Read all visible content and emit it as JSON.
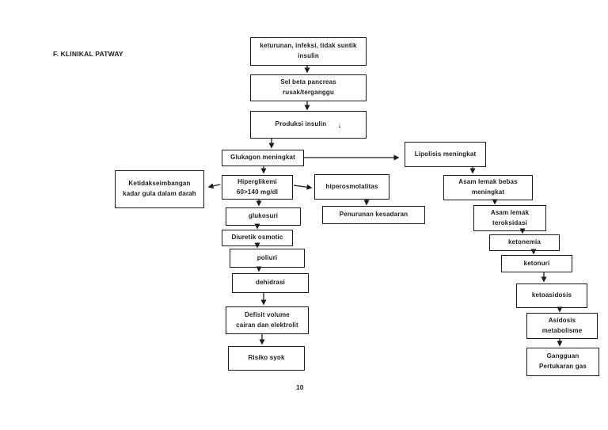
{
  "page": {
    "title": "F. KLINIKAL PATWAY",
    "page_number": "10"
  },
  "colors": {
    "ink": "#1c1c1c",
    "background": "#ffffff"
  },
  "flowchart": {
    "nodes": {
      "keturunan": "keturunan, infeksi, tidak suntik\ninsulin",
      "sel_beta": "Sel beta pancreas\nrusak/terganggu",
      "produksi": "Produksi insulin",
      "produksi_arrow": "↓",
      "glukagon": "Glukagon meningkat",
      "lipolisis": "Lipolisis meningkat",
      "ketidakseimbangan": "Ketidakseimbangan\nkadar gula dalam darah",
      "hiperglikemi": "Hiperglikemi\n60>140 mg/dl",
      "hiperosmolalitas": "hiperosmolalitas",
      "penurunan_kesadaran": "Penurunan kesadaran",
      "glukosuri": "glukosuri",
      "diuretik_osmotic": "Diuretik osmotic",
      "poliuri": "poliuri",
      "dehidrasi": "dehidrasi",
      "defisit_volume": "Defisit  volume\ncairan dan elektrolit",
      "risiko_syok": "Risiko syok",
      "asam_lemak_bebas": "Asam lemak bebas\nmeningkat",
      "asam_lemak_teroksidasi": "Asam lemak\nteroksidasi",
      "ketonemia": "ketonemia",
      "ketonuri": "ketonuri",
      "ketoasidosis": "ketoasidosis",
      "asidosis_metabolisme": "Asidosis\nmetabolisme",
      "gangguan_pertukaran_gas": "Gangguan\nPertukaran gas"
    },
    "edges": [
      {
        "from": "keturunan",
        "to": "sel_beta"
      },
      {
        "from": "sel_beta",
        "to": "produksi"
      },
      {
        "from": "produksi",
        "to": "glukagon"
      },
      {
        "from": "glukagon",
        "to": "lipolisis"
      },
      {
        "from": "glukagon",
        "to": "hiperglikemi"
      },
      {
        "from": "hiperglikemi",
        "to": "ketidakseimbangan"
      },
      {
        "from": "hiperglikemi",
        "to": "hiperosmolalitas"
      },
      {
        "from": "hiperglikemi",
        "to": "glukosuri"
      },
      {
        "from": "hiperosmolalitas",
        "to": "penurunan_kesadaran"
      },
      {
        "from": "glukosuri",
        "to": "diuretik_osmotic"
      },
      {
        "from": "diuretik_osmotic",
        "to": "poliuri"
      },
      {
        "from": "poliuri",
        "to": "dehidrasi"
      },
      {
        "from": "dehidrasi",
        "to": "defisit_volume"
      },
      {
        "from": "defisit_volume",
        "to": "risiko_syok"
      },
      {
        "from": "lipolisis",
        "to": "asam_lemak_bebas"
      },
      {
        "from": "asam_lemak_bebas",
        "to": "asam_lemak_teroksidasi"
      },
      {
        "from": "asam_lemak_teroksidasi",
        "to": "ketonemia"
      },
      {
        "from": "ketonemia",
        "to": "ketonuri"
      },
      {
        "from": "ketonuri",
        "to": "ketoasidosis"
      },
      {
        "from": "ketoasidosis",
        "to": "asidosis_metabolisme"
      },
      {
        "from": "asidosis_metabolisme",
        "to": "gangguan_pertukaran_gas"
      }
    ]
  }
}
